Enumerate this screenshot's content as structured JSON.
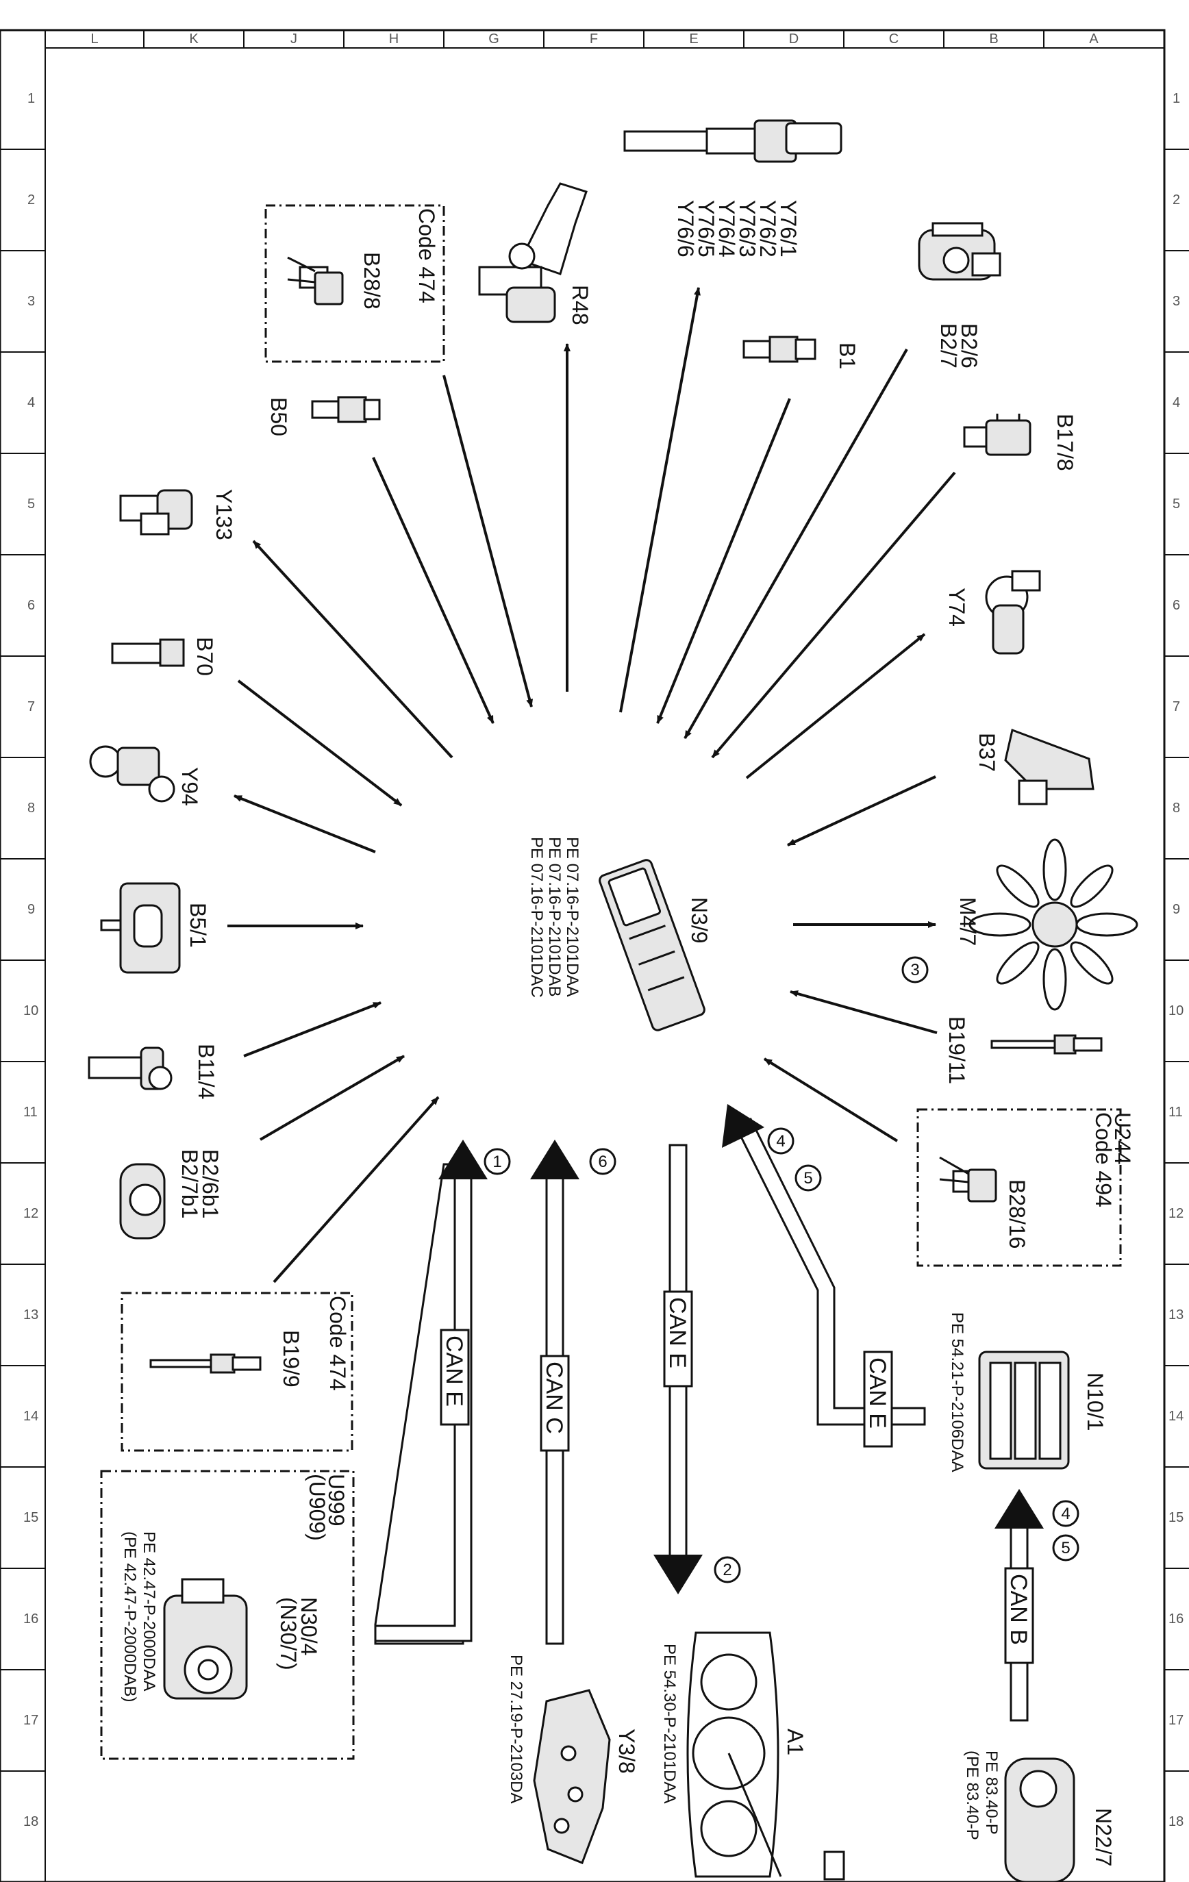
{
  "frame": {
    "column_letters": [
      "L",
      "K",
      "J",
      "H",
      "G",
      "F",
      "E",
      "D",
      "C",
      "B",
      "A"
    ],
    "row_numbers": [
      "1",
      "2",
      "3",
      "4",
      "5",
      "6",
      "7",
      "8",
      "9",
      "10",
      "11",
      "12",
      "13",
      "14",
      "15",
      "16",
      "17",
      "18"
    ]
  },
  "center": {
    "label": "N3/9",
    "refs": [
      "PE 07.16-P-2101DAA",
      "PE 07.16-P-2101DAB",
      "PE 07.16-P-2101DAC"
    ]
  },
  "components": {
    "y76": {
      "lines": [
        "Y76/1",
        "Y76/2",
        "Y76/3",
        "Y76/4",
        "Y76/5",
        "Y76/6"
      ]
    },
    "r48": {
      "label": "R48"
    },
    "b28_8": {
      "label": "B28/8",
      "code": "Code 474"
    },
    "b50": {
      "label": "B50"
    },
    "b1": {
      "label": "B1"
    },
    "b2_6": {
      "lines": [
        "B2/6",
        "B2/7"
      ]
    },
    "b17_8": {
      "label": "B17/8"
    },
    "y133": {
      "label": "Y133"
    },
    "y74": {
      "label": "Y74"
    },
    "b70": {
      "label": "B70"
    },
    "b37": {
      "label": "B37"
    },
    "y94": {
      "label": "Y94"
    },
    "b5_1": {
      "label": "B5/1"
    },
    "m4_7": {
      "label": "M4/7",
      "circle": "3"
    },
    "b11_4": {
      "label": "B11/4"
    },
    "b19_11": {
      "label": "B19/11"
    },
    "b2_6b1": {
      "lines": [
        "B2/6b1",
        "B2/7b1"
      ]
    },
    "b28_16": {
      "label": "B28/16",
      "code": "Code 494",
      "variant": "U244"
    },
    "b19_9": {
      "label": "B19/9",
      "code": "Code 474"
    },
    "n30_4": {
      "lines": [
        "N30/4",
        "(N30/7)"
      ],
      "variants": [
        "U999",
        "(U909)"
      ],
      "refs": [
        "PE 42.47-P-2000DAA",
        "(PE 42.47-P-2000DAB)"
      ]
    },
    "y3_8": {
      "label": "Y3/8",
      "ref": "PE 27.19-P-2103DA"
    },
    "a1": {
      "label": "A1",
      "ref": "PE 54.30-P-2101DAA"
    },
    "n10_1": {
      "label": "N10/1",
      "ref": "PE 54.21-P-2106DAA"
    },
    "n22_7": {
      "label": "N22/7",
      "refs": [
        "PE 83.40-P",
        "(PE 83.40-P"
      ]
    }
  },
  "buses": {
    "bus1": {
      "label": "CAN E",
      "circle": "1"
    },
    "bus6": {
      "label": "CAN C",
      "circle": "6"
    },
    "bus2": {
      "label": "CAN E",
      "circle": "2"
    },
    "bus45": {
      "label": "CAN E",
      "circles": [
        "4",
        "5"
      ]
    },
    "busB": {
      "label": "CAN B",
      "circles": [
        "4",
        "5"
      ]
    }
  }
}
